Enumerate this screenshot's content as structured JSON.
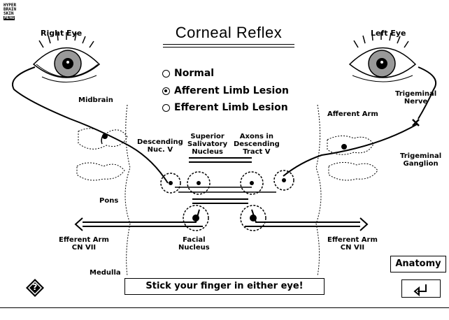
{
  "app": {
    "logo_lines": [
      "HYPER",
      "BRAIN",
      "SKIN"
    ],
    "menu_label": "MENU"
  },
  "title": "Corneal Reflex",
  "options": [
    {
      "label": "Normal",
      "selected": false
    },
    {
      "label": "Afferent Limb Lesion",
      "selected": true
    },
    {
      "label": "Efferent Limb Lesion",
      "selected": false
    }
  ],
  "labels": {
    "right_eye": "Right Eye",
    "left_eye": "Left Eye",
    "midbrain": "Midbrain",
    "trigeminal_nerve": [
      "Trigeminal",
      "Nerve"
    ],
    "afferent_arm": "Afferent Arm",
    "descending_nuc": [
      "Descending",
      "Nuc. V"
    ],
    "superior_salivatory": [
      "Superior",
      "Salivatory",
      "Nucleus"
    ],
    "axons_descending": [
      "Axons in",
      "Descending",
      "Tract V"
    ],
    "trigeminal_ganglion": [
      "Trigeminal",
      "Ganglion"
    ],
    "pons": "Pons",
    "efferent_left": [
      "Efferent Arm",
      "CN VII"
    ],
    "facial_nucleus": [
      "Facial",
      "Nucleus"
    ],
    "efferent_right": [
      "Efferent Arm",
      "CN VII"
    ],
    "medulla": "Medulla"
  },
  "instruction": "Stick your finger in either eye!",
  "buttons": {
    "anatomy": "Anatomy",
    "return_icon": "return-arrow-icon",
    "help_icon": "diamond-question-icon",
    "help_label": "?"
  }
}
